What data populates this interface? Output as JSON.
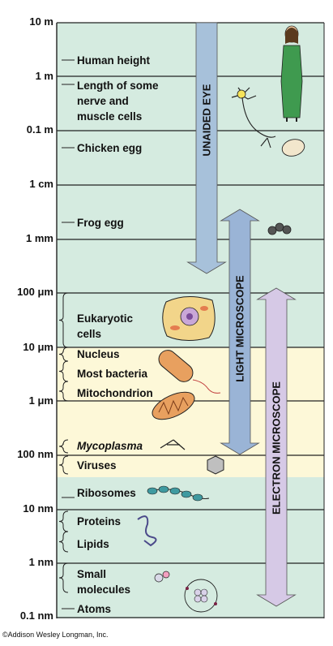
{
  "colors": {
    "band_green": "#d5ebe0",
    "band_yellow": "#fdf8d8",
    "unaided_arrow": "#a7c1da",
    "light_arrow": "#9ab4d6",
    "electron_arrow": "#d6c9e6",
    "line": "#222222"
  },
  "scale_labels": [
    "10 m",
    "1 m",
    "0.1 m",
    "1 cm",
    "1 mm",
    "100 μm",
    "10 μm",
    "1 μm",
    "100 nm",
    "10 nm",
    "1 nm",
    "0.1 nm"
  ],
  "items": [
    {
      "name": "item-human-height",
      "lines": [
        "Human height"
      ]
    },
    {
      "name": "item-nerve-cells",
      "lines": [
        "Length of some",
        "nerve and",
        "muscle cells"
      ]
    },
    {
      "name": "item-chicken-egg",
      "lines": [
        "Chicken egg"
      ]
    },
    {
      "name": "item-frog-egg",
      "lines": [
        "Frog egg"
      ]
    },
    {
      "name": "item-eukaryotic-cells",
      "lines": [
        "Eukaryotic",
        "cells"
      ]
    },
    {
      "name": "item-nucleus",
      "lines": [
        "Nucleus"
      ]
    },
    {
      "name": "item-most-bacteria",
      "lines": [
        "Most bacteria"
      ]
    },
    {
      "name": "item-mitochondrion",
      "lines": [
        "Mitochondrion"
      ]
    },
    {
      "name": "item-mycoplasma",
      "lines": [
        "Mycoplasma"
      ]
    },
    {
      "name": "item-viruses",
      "lines": [
        "Viruses"
      ]
    },
    {
      "name": "item-ribosomes",
      "lines": [
        "Ribosomes"
      ]
    },
    {
      "name": "item-proteins",
      "lines": [
        "Proteins"
      ]
    },
    {
      "name": "item-lipids",
      "lines": [
        "Lipids"
      ]
    },
    {
      "name": "item-small-molecules",
      "lines": [
        "Small",
        "molecules"
      ]
    },
    {
      "name": "item-atoms",
      "lines": [
        "Atoms"
      ]
    }
  ],
  "arrows": {
    "unaided_eye": "UNAIDED EYE",
    "light_microscope": "LIGHT MICROSCOPE",
    "electron_microscope": "ELECTRON MICROSCOPE"
  },
  "credit": "©Addison Wesley Longman, Inc."
}
